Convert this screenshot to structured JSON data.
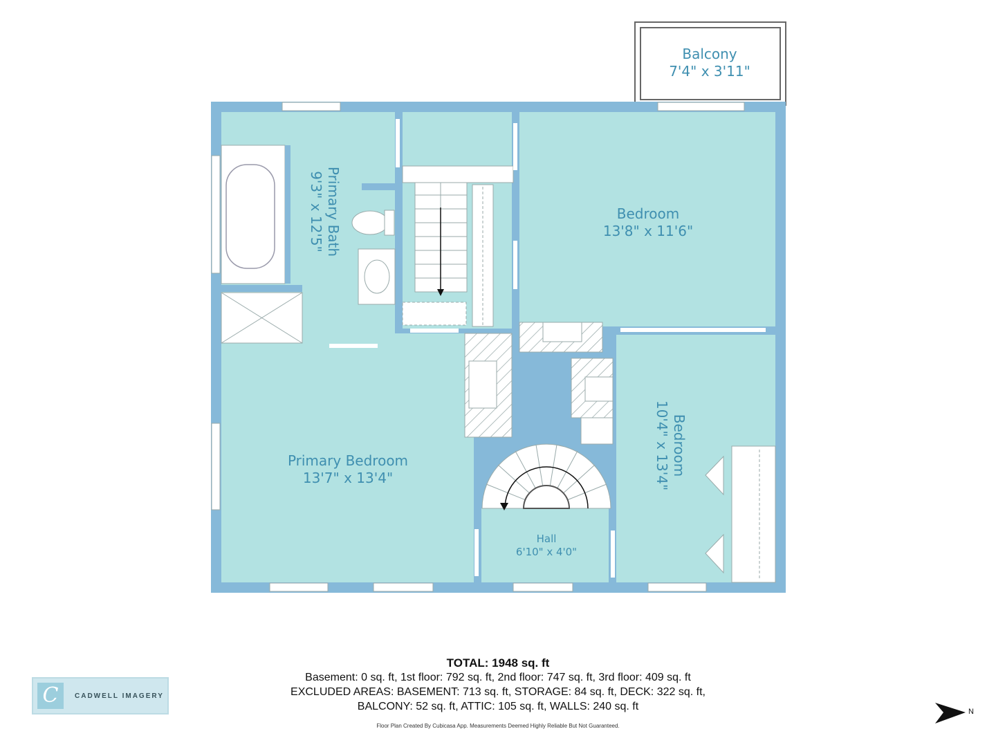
{
  "colors": {
    "wall": "#86b9d9",
    "room_fill": "#b2e2e2",
    "hall_fill": "#b2e2e2",
    "label": "#3f8fb0"
  },
  "rooms": {
    "balcony": {
      "name": "Balcony",
      "dim": "7'4\" x 3'11\""
    },
    "primary_bath": {
      "name": "Primary Bath",
      "dim": "9'3\" x 12'5\""
    },
    "bedroom_top": {
      "name": "Bedroom",
      "dim": "13'8\" x 11'6\""
    },
    "primary_bedroom": {
      "name": "Primary Bedroom",
      "dim": "13'7\" x 13'4\""
    },
    "bedroom_right": {
      "name": "Bedroom",
      "dim": "10'4\" x 13'4\""
    },
    "hall": {
      "name": "Hall",
      "dim": "6'10\" x 4'0\""
    }
  },
  "summary": {
    "total_label": "TOTAL:",
    "total_value": "1948 sq. ft",
    "line1": "Basement: 0 sq. ft, 1st floor: 792 sq. ft, 2nd floor: 747 sq. ft, 3rd floor: 409 sq. ft",
    "line2": "EXCLUDED AREAS: BASEMENT: 713 sq. ft, STORAGE: 84 sq. ft, DECK: 322 sq. ft,",
    "line3": "BALCONY: 52 sq. ft, ATTIC: 105 sq. ft, WALLS: 240 sq. ft"
  },
  "disclaimer": "Floor Plan Created By Cubicasa App. Measurements Deemed Highly Reliable But Not Guaranteed.",
  "logo": {
    "mark": "C",
    "text": "CADWELL IMAGERY"
  },
  "compass": {
    "label": "N",
    "icon": "north-arrow-icon"
  }
}
